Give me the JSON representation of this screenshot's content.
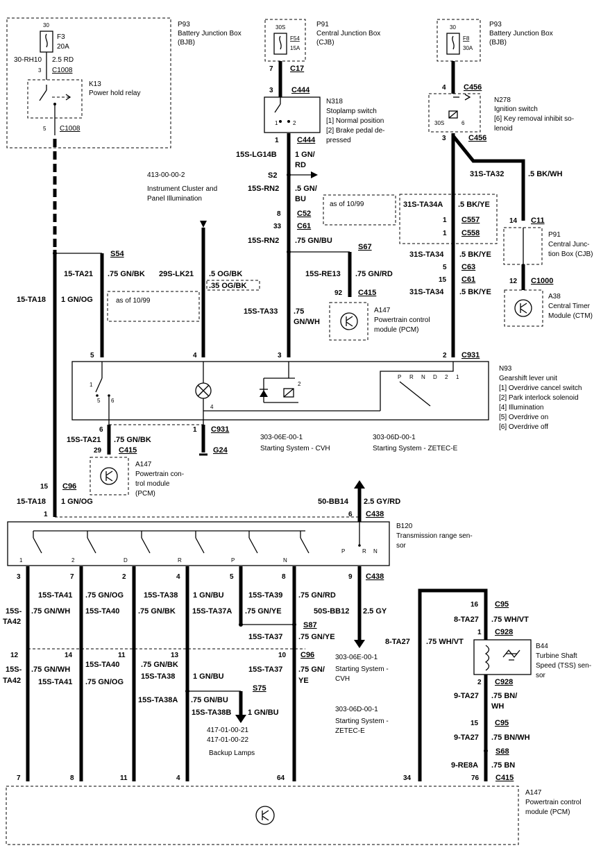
{
  "bjb_left": {
    "code": "P93",
    "name": "Battery Junction Box",
    "abbr": "(BJB)",
    "fuse": "F3",
    "rating": "20A",
    "pin_top": "30",
    "wire_l": "30-RH10",
    "wire_r": "2.5 RD",
    "pin_c1": "3",
    "conn1": "C1008",
    "pin_c2": "5",
    "conn2": "C1008"
  },
  "relay": {
    "code": "K13",
    "name": "Power hold relay"
  },
  "cjb_mid": {
    "code": "P91",
    "name": "Central Junction Box",
    "abbr": "(CJB)",
    "fuse": "F54",
    "rating": "15A",
    "pin_top": "30S",
    "pin_out": "7",
    "conn": "C17"
  },
  "stoplamp": {
    "pin_in": "3",
    "conn_in": "C444",
    "code": "N318",
    "name": "Stoplamp switch",
    "note1": "[1] Normal position",
    "note2a": "[2] Brake pedal de-",
    "note2b": "pressed",
    "p1": "1",
    "p2": "2",
    "pin_out": "1",
    "conn_out": "C444"
  },
  "mid_wires": {
    "w1": "15S-LG14B",
    "c1a": "1 GN/",
    "c1b": "RD",
    "splice": "S2",
    "w2": "15S-RN2",
    "c2a": ".5 GN/",
    "c2b": "BU",
    "pin_c52": "8",
    "c52": "C52",
    "pin_c61": "33",
    "c61": "C61",
    "w3": "15S-RN2",
    "c3": ".75 GN/BU",
    "splice2": "S67",
    "w4": "15S-RE13",
    "c4": ".75 GN/RD",
    "pin_c415": "92",
    "c415": "C415",
    "w5": "15S-TA33",
    "c5a": ".75",
    "c5b": "GN/WH"
  },
  "pcm_mid": {
    "code": "A147",
    "name1": "Powertrain control",
    "name2": "module (PCM)"
  },
  "asof_mid": "as of 10/99",
  "bjb_right": {
    "code": "P93",
    "name": "Battery Junction Box",
    "abbr": "(BJB)",
    "fuse": "F8",
    "rating": "30A",
    "pin_top": "30",
    "pin_c456": "4",
    "conn": "C456"
  },
  "ignition": {
    "code": "N278",
    "name": "Ignition switch",
    "note1": "[6] Key removal inhibit so-",
    "note2": "lenoid",
    "p30s": "30S",
    "p6": "6",
    "pin_out": "3",
    "conn_out": "C456"
  },
  "right_wires": {
    "w1": "31S-TA32",
    "c1": ".5 BK/WH",
    "w2": "31S-TA34A",
    "c2": ".5 BK/YE",
    "pin_c557": "1",
    "c557": "C557",
    "pin_c558": "1",
    "c558": "C558",
    "w3": "31S-TA34",
    "c3": ".5 BK/YE",
    "pin_c63": "5",
    "c63": "C63",
    "pin_c61": "15",
    "c61": "C61",
    "w4": "31S-TA34",
    "c4": ".5 BK/YE",
    "pin_c11": "14",
    "c11": "C11",
    "pin_c1000": "12",
    "c1000": "C1000"
  },
  "cjb_right": {
    "code": "P91",
    "name1": "Central Junc-",
    "name2": "tion Box (CJB)"
  },
  "ctm": {
    "code": "A38",
    "name1": "Central Timer",
    "name2": "Module (CTM)"
  },
  "left_top": {
    "splice": "S54",
    "w1": "15-TA21",
    "c1": ".75 GN/BK",
    "w2": "29S-LK21",
    "c2": ".5 OG/BK",
    "c2b": ".35 OG/BK",
    "w3": "15-TA18",
    "c3": "1 GN/OG",
    "asof": "as of 10/99",
    "ref": "413-00-00-2",
    "ref1": "Instrument Cluster and",
    "ref2": "Panel Illumination"
  },
  "gearshift": {
    "code": "N93",
    "name": "Gearshift lever unit",
    "n1": "[1] Overdrive cancel switch",
    "n2": "[2] Park interlock solenoid",
    "n3": "[4] Illumination",
    "n4": "[5] Overdrive on",
    "n5": "[6] Overdrive off",
    "pins_top": [
      "5",
      "4",
      "3",
      "2"
    ],
    "conn": "C931",
    "sw1": "1",
    "sw5": "5",
    "sw6": "6",
    "sol2": "2",
    "lamp4": "4",
    "pos": [
      "P",
      "R",
      "N",
      "D",
      "2",
      "1"
    ]
  },
  "under_gear": {
    "pin6": "6",
    "w1": "15S-TA21",
    "c1": ".75 GN/BK",
    "pin29": "29",
    "c415": "C415",
    "pin1": "1",
    "c931": "C931",
    "g24": "G24",
    "pcm_code": "A147",
    "pcm1": "Powertrain con-",
    "pcm2": "trol module",
    "pcm3": "(PCM)",
    "ref_a": "303-06E-00-1",
    "ref_a2": "Starting System - CVH",
    "ref_b": "303-06D-00-1",
    "ref_b2": "Starting System - ZETEC-E"
  },
  "c96_top": {
    "pin": "15",
    "conn": "C96",
    "w": "15-TA18",
    "c": "1 GN/OG",
    "pin_b120": "1"
  },
  "starter_out": {
    "w": "50-BB14",
    "c": "2.5 GY/RD",
    "pin": "6",
    "conn": "C438"
  },
  "b120": {
    "code": "B120",
    "name1": "Transmission range sen-",
    "name2": "sor",
    "labels": [
      "1",
      "2",
      "D",
      "R",
      "P",
      "N"
    ],
    "pos": [
      "P",
      "R",
      "N"
    ]
  },
  "pins_c438": [
    "3",
    "7",
    "2",
    "4",
    "5",
    "8",
    "9"
  ],
  "c438": "C438",
  "trs_wires": {
    "a_w": "15S-TA41",
    "a_c": ".75 GN/OG",
    "b_w": "15S-TA38",
    "b_c": "1 GN/BU",
    "c_w": "15S-TA39",
    "c_c": ".75 GN/RD",
    "left1": "15S-",
    "left2": "TA42",
    "ta42_c": ".75 GN/WH",
    "ta40_w": "15S-TA40",
    "ta40_c": ".75 GN/BK",
    "ta37a": "15S-TA37A",
    "ta37a_c": ".75 GN/YE",
    "bb12_w": "50S-BB12",
    "bb12_c": "2.5 GY",
    "s87": "S87",
    "ta37_w": "15S-TA37",
    "ta37_c": ".75 GN/YE"
  },
  "c96_pins": [
    "12",
    "14",
    "11",
    "13",
    "10"
  ],
  "c96": "C96",
  "lower_wires": {
    "l1": "15S-",
    "l2": "TA42",
    "ta41_c": ".75 GN/WH",
    "ta41_w": "15S-TA41",
    "ta40_w": "15S-TA40",
    "ta40_c": ".75 GN/OG",
    "ta38_c1": ".75 GN/BK",
    "ta38_w": "15S-TA38",
    "ta38_c2": "1 GN/BU",
    "ta38a_w": "15S-TA38A",
    "ta38a_c": ".75 GN/BU",
    "s75": "S75",
    "ta38b_w": "15S-TA38B",
    "ta38b_c": "1 GN/BU",
    "ta37_w": "15S-TA37",
    "ta37_c1": ".75 GN/",
    "ta37_c2": "YE",
    "ref1": "417-01-00-21",
    "ref2": "417-01-00-22",
    "ref3": "Backup Lamps",
    "ref_a": "303-06E-00-1",
    "ref_a2": "Starting System -",
    "ref_a3": "CVH",
    "ref_b": "303-06D-00-1",
    "ref_b2": "Starting System -",
    "ref_b3": "ZETEC-E"
  },
  "tss": {
    "pin16": "16",
    "c95": "C95",
    "w1": "8-TA27",
    "c1": ".75 WH/VT",
    "pin1": "1",
    "c928": "C928",
    "left_w": "8-TA27",
    "left_c": ".75 WH/VT",
    "code": "B44",
    "name1": "Turbine Shaft",
    "name2": "Speed (TSS) sen-",
    "name3": "sor",
    "pin2": "2",
    "c928b": "C928",
    "w2": "9-TA27",
    "c2a": ".75 BN/",
    "c2b": "WH",
    "pin15": "15",
    "c95b": "C95",
    "w3": "9-TA27",
    "c3": ".75 BN/WH",
    "s68": "S68",
    "w4": "9-RE8A",
    "c4": ".75 BN"
  },
  "pcm_bottom": {
    "pins": [
      "7",
      "8",
      "11",
      "4",
      "64",
      "34",
      "76"
    ],
    "conn": "C415",
    "code": "A147",
    "name1": "Powertrain control",
    "name2": "module (PCM)"
  }
}
